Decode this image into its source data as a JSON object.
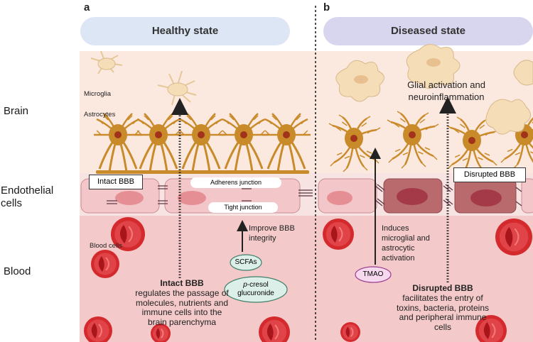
{
  "panels": {
    "left_letter": "a",
    "right_letter": "b",
    "left_state": "Healthy state",
    "right_state": "Diseased state"
  },
  "side_labels": {
    "brain": "Brain",
    "endothelial_line1": "Endothelial",
    "endothelial_line2": "cells",
    "blood": "Blood"
  },
  "cell_labels": {
    "microglia": "Microglia",
    "astrocytes": "Astrocytes",
    "blood_cells": "Blood cells"
  },
  "boxes": {
    "intact_bbb": "Intact BBB",
    "disrupted_bbb": "Disrupted BBB",
    "adherens_junction": "Adherens junction",
    "tight_junction": "Tight junction"
  },
  "molecules": {
    "scfas": "SCFAs",
    "pcresol_italic": "p",
    "pcresol_rest": "-cresol",
    "pcresol_line2": "glucuronide",
    "tmao": "TMAO"
  },
  "annotations": {
    "improve_line1": "Improve BBB",
    "improve_line2": "integrity",
    "induces_line1": "Induces",
    "induces_line2": "microglial and",
    "induces_line3": "astrocytic",
    "induces_line4": "activation",
    "glial_line1": "Glial activation and",
    "glial_line2": "neuroinflammation"
  },
  "descriptions": {
    "intact_title": "Intact BBB",
    "intact_body": "regulates the passage of molecules, nutrients and immune cells into the brain parenchyma",
    "disrupted_title": "Disrupted BBB",
    "disrupted_body": "facilitates the entry of toxins, bacteria, proteins and peripheral immune cells"
  },
  "colors": {
    "brain_bg": "#fbe9e0",
    "endothelial_bg": "#f8e3e3",
    "blood_bg": "#f3c9c9",
    "header_healthy": "#dde6f5",
    "header_diseased": "#d8d6ee",
    "astrocyte": "#c98a2a",
    "astrocyte_nucleus": "#a0331a",
    "microglia": "#f5ddb8",
    "endothelial_cell": "#f3c7c9",
    "endothelial_nucleus": "#e58f95",
    "diseased_cell": "#b86a6c",
    "diseased_nucleus": "#a43a48",
    "rbc": "#d42a2e",
    "molecule_fill": "#dcefe8",
    "molecule_stroke": "#3f7f6b",
    "tmao_fill": "#f6d9ef",
    "tmao_stroke": "#9c3f90"
  }
}
